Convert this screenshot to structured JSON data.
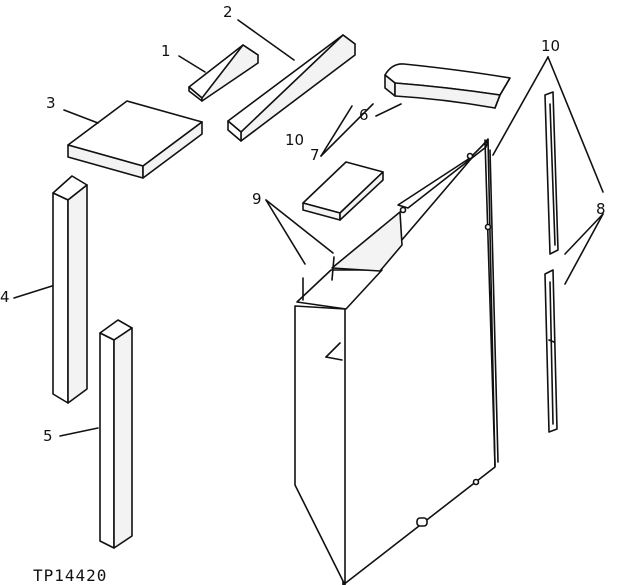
{
  "diagram": {
    "caption": "TP14420",
    "labels": {
      "1": "1",
      "2": "2",
      "3": "3",
      "4": "4",
      "5": "5",
      "6": "6",
      "7": "7",
      "8": "8",
      "9": "9",
      "10_left": "10",
      "10_right": "10"
    }
  }
}
